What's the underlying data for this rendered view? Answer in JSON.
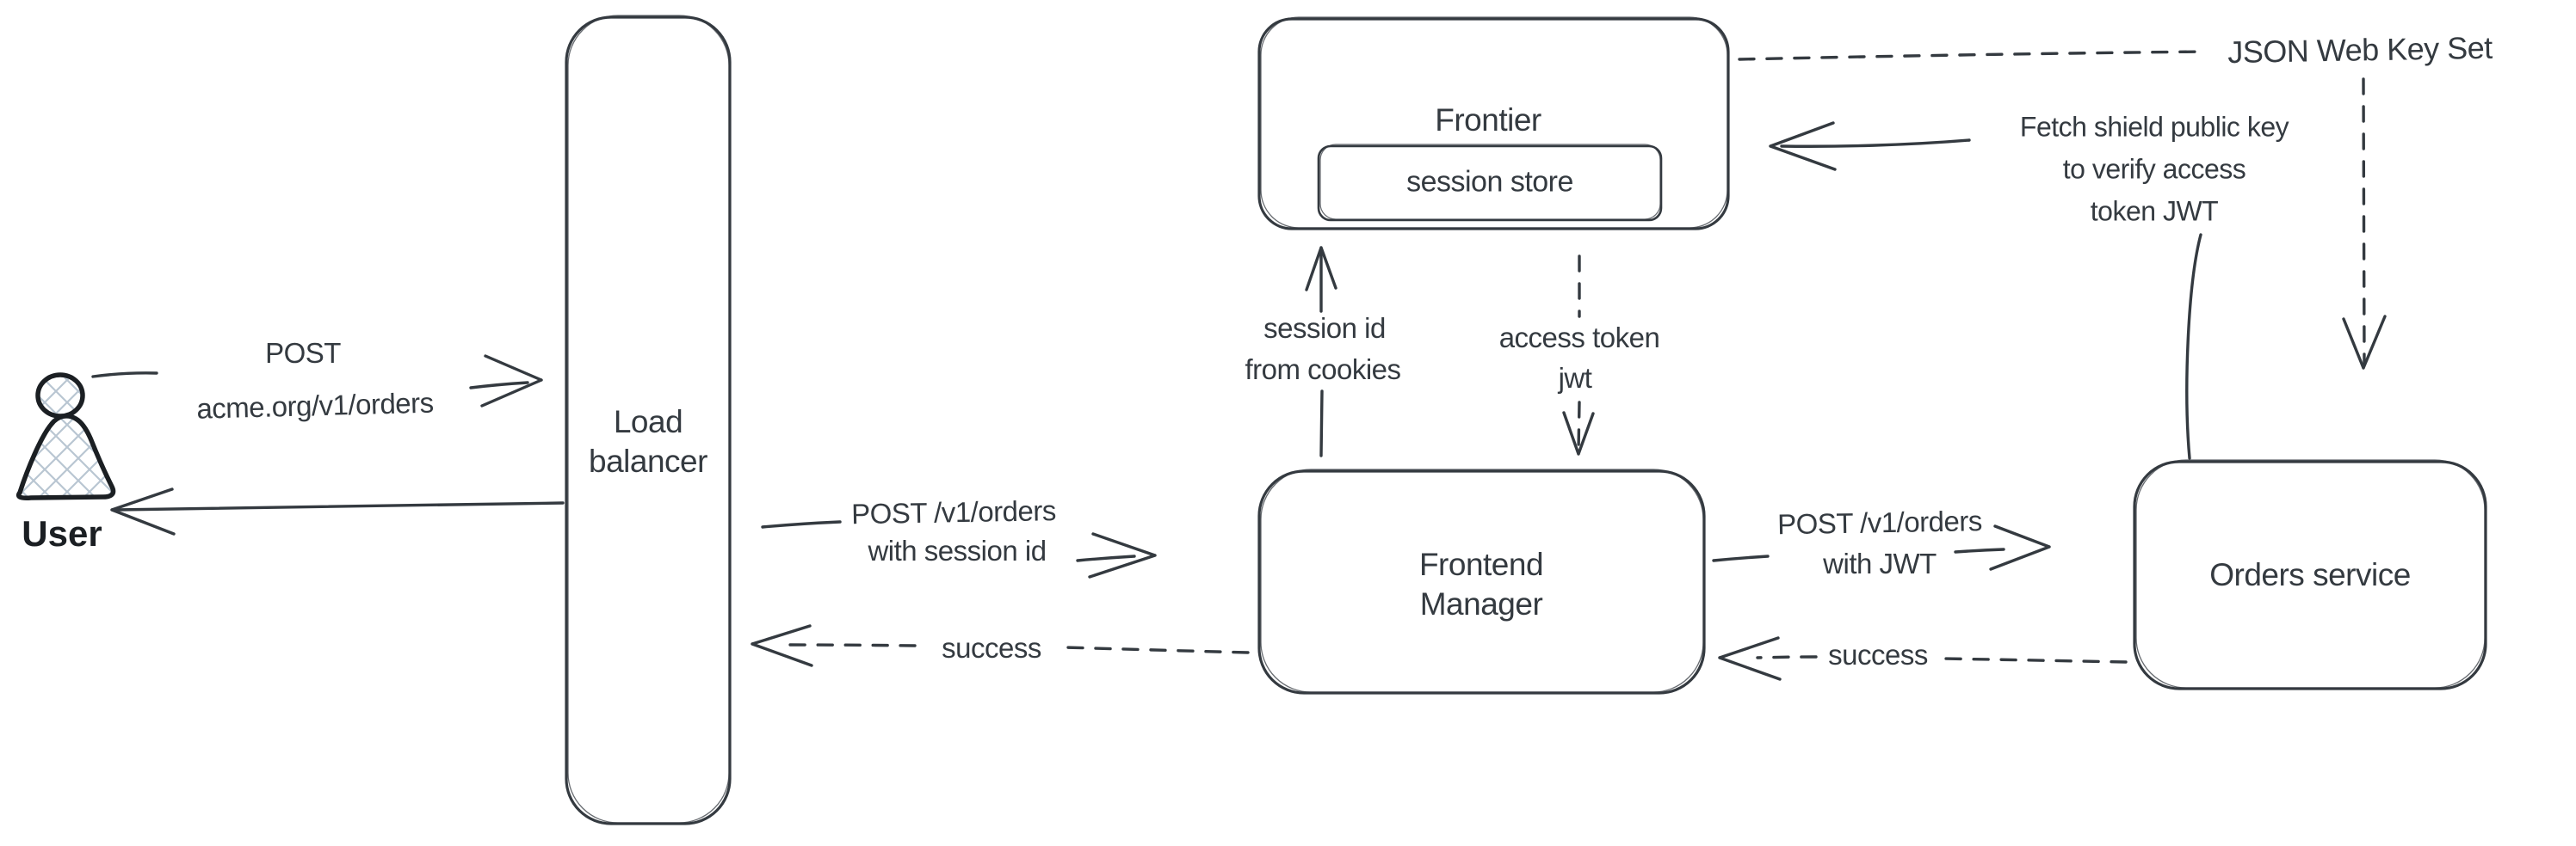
{
  "diagram": {
    "background": "#ffffff",
    "stroke_color": "#343a40",
    "user_icon_stroke": "#1b1f23",
    "crosshatch_color": "#b9c6d2"
  },
  "nodes": {
    "user": {
      "label": "User"
    },
    "load_balancer": {
      "lines": [
        "Load",
        "balancer"
      ]
    },
    "frontier": {
      "label": "Frontier"
    },
    "session_store": {
      "label": "session store"
    },
    "frontend_manager": {
      "lines": [
        "Frontend",
        "Manager"
      ]
    },
    "orders_service": {
      "label": "Orders service"
    },
    "json_web_key_set": {
      "label": "JSON Web Key Set"
    }
  },
  "edges": {
    "user_post": {
      "lines": [
        "POST",
        "acme.org/v1/orders"
      ]
    },
    "post_with_session": {
      "lines": [
        "POST /v1/orders",
        "with session id"
      ]
    },
    "success_to_lb": {
      "label": "success"
    },
    "session_from_cookies": {
      "lines": [
        "session id",
        "from cookies"
      ]
    },
    "access_token_jwt": {
      "lines": [
        "access token",
        "jwt"
      ]
    },
    "post_with_jwt": {
      "lines": [
        "POST /v1/orders",
        "with JWT"
      ]
    },
    "success_to_fm": {
      "label": "success"
    },
    "fetch_public_key": {
      "lines": [
        "Fetch shield public key",
        "to verify access",
        "token JWT"
      ]
    }
  }
}
